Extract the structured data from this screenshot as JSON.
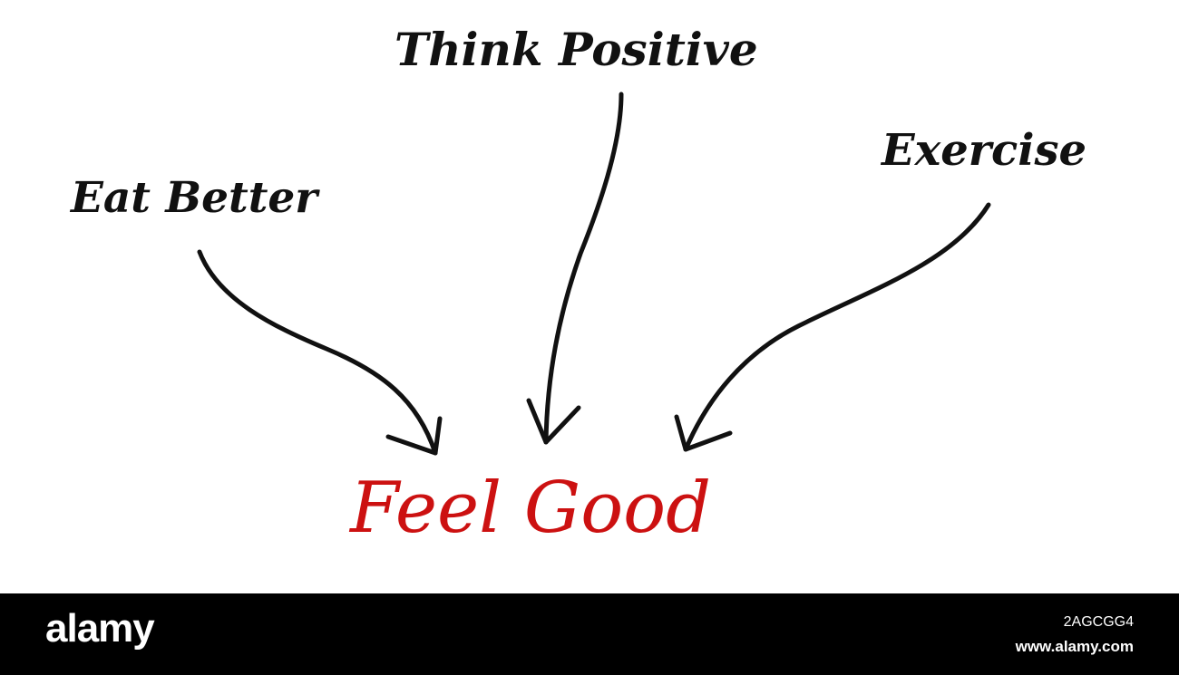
{
  "diagram": {
    "inputs": [
      {
        "label": "Eat Better"
      },
      {
        "label": "Think Positive"
      },
      {
        "label": "Exercise"
      }
    ],
    "result": {
      "label": "Feel Good"
    },
    "colors": {
      "input_text": "#111111",
      "arrow": "#111111",
      "result_text": "#cc1111",
      "background": "#ffffff"
    }
  },
  "footer": {
    "brand": "alamy",
    "image_id": "2AGCGG4",
    "site": "www.alamy.com",
    "colors": {
      "background": "#000000",
      "text": "#ffffff"
    }
  }
}
